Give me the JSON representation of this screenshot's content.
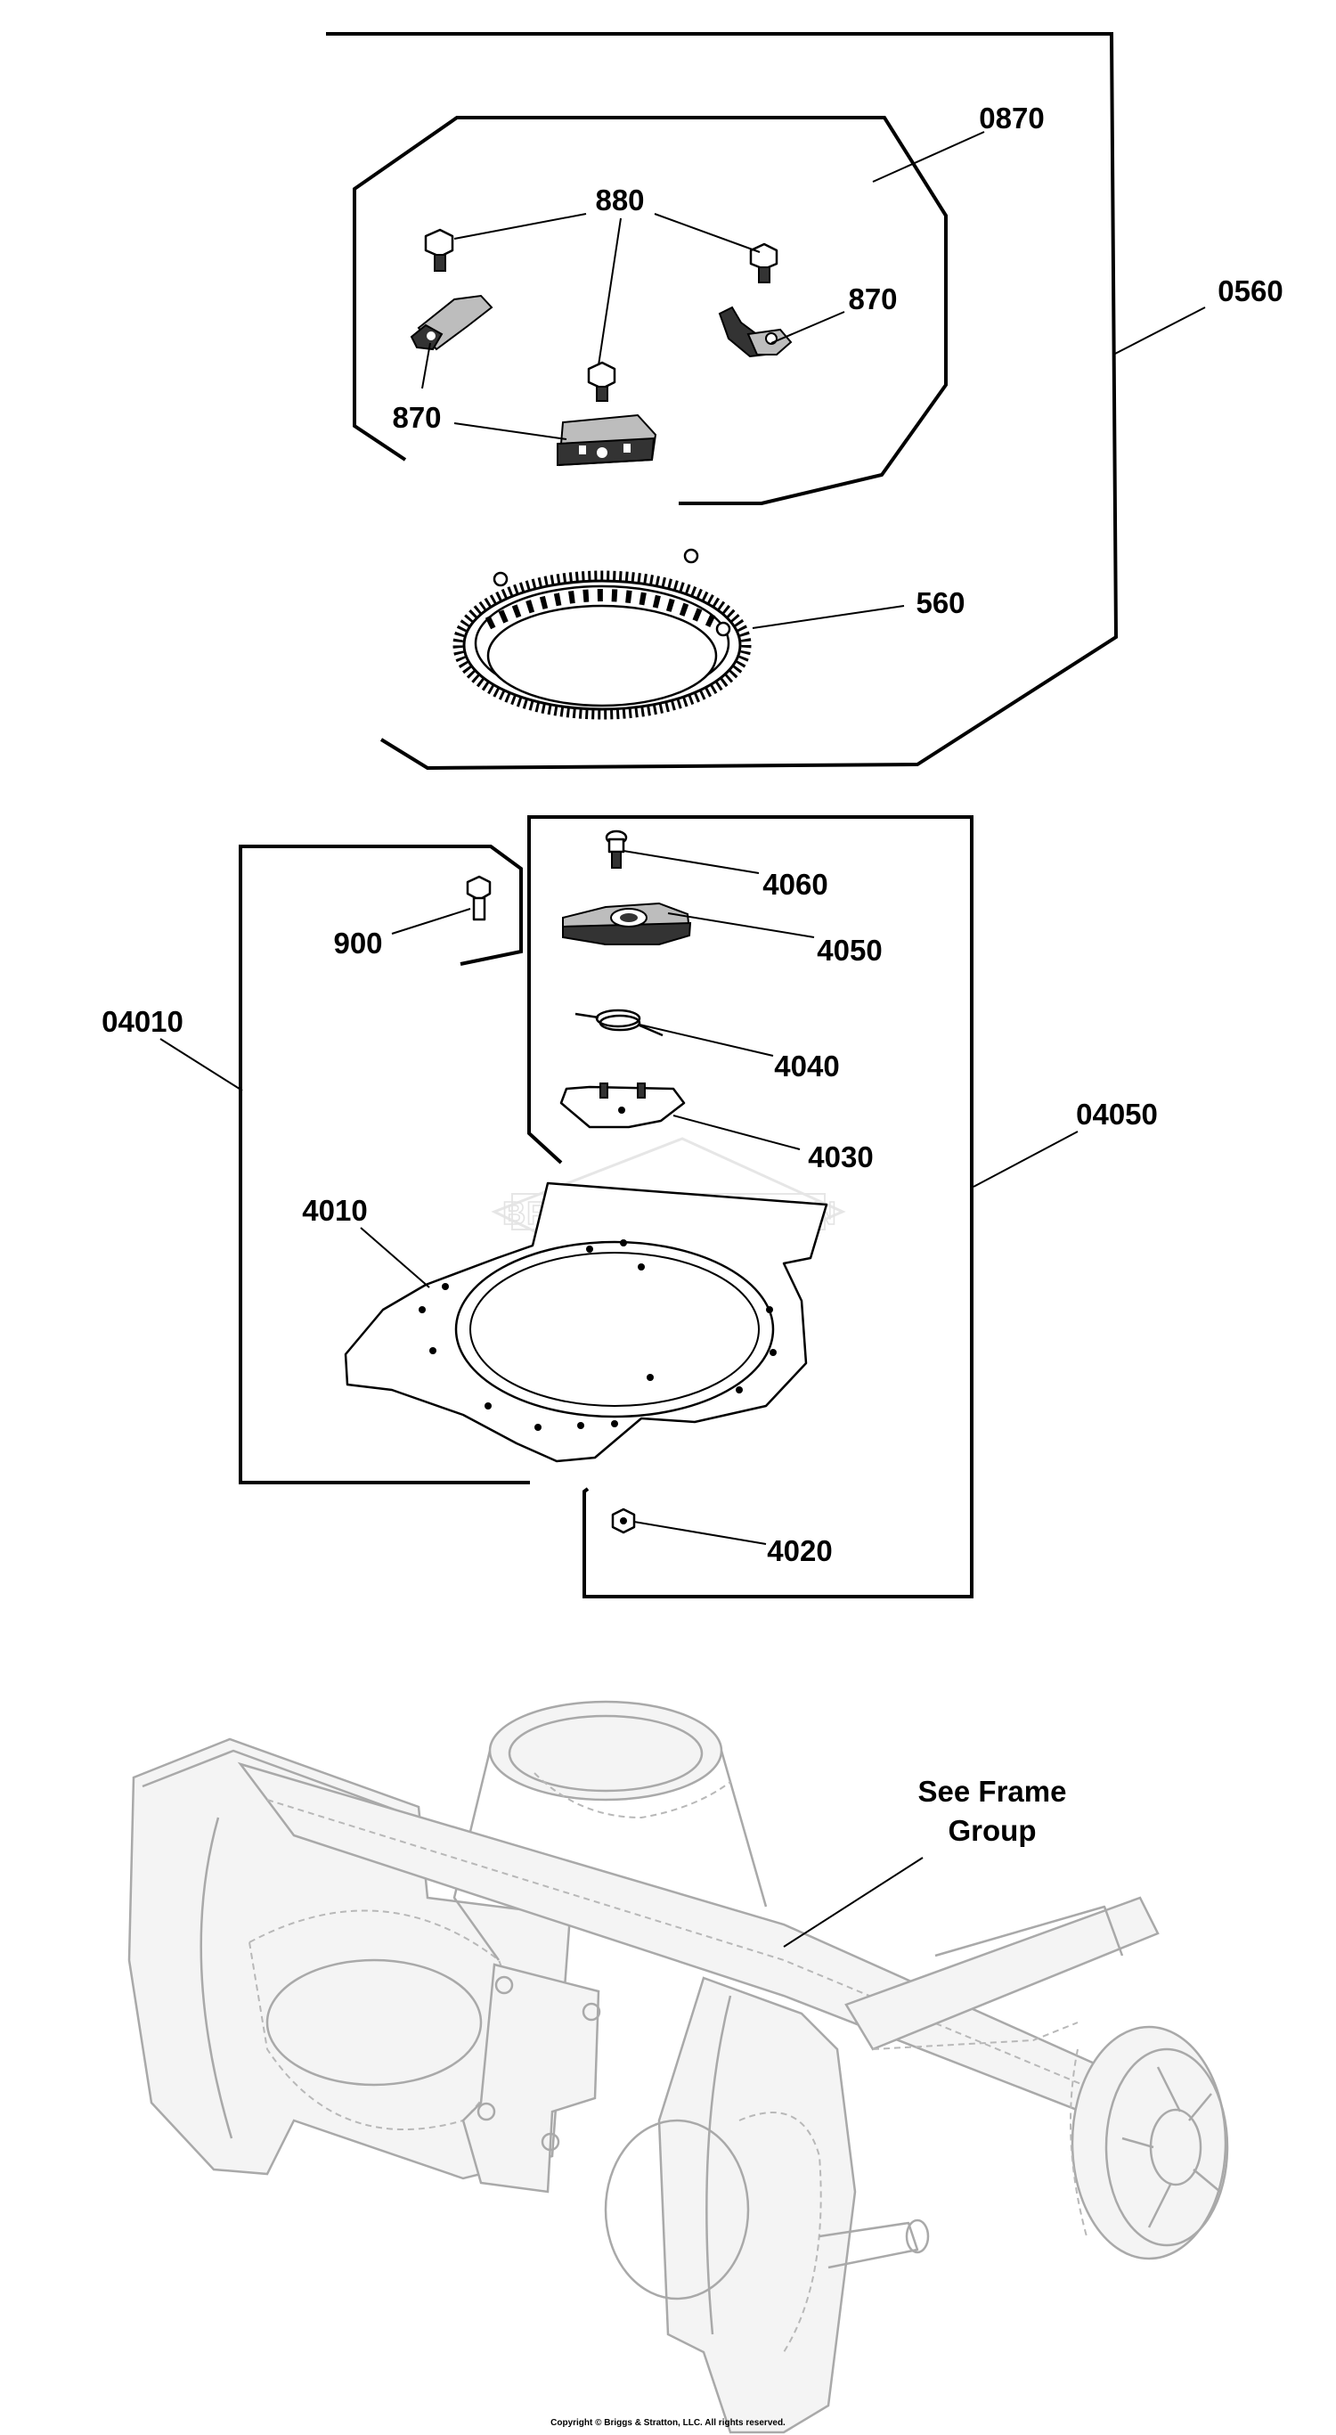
{
  "callouts": {
    "c0870": "0870",
    "c880": "880",
    "c870_right": "870",
    "c870_left": "870",
    "c0560": "0560",
    "c560": "560",
    "c4060": "4060",
    "c900": "900",
    "c4050": "4050",
    "c04010": "04010",
    "c4040": "4040",
    "c04050": "04050",
    "c4030": "4030",
    "c4010": "4010",
    "c4020": "4020"
  },
  "reference_note": {
    "line1": "See Frame",
    "line2": "Group"
  },
  "watermark": {
    "text": "BRIGGS&STRATTON"
  },
  "footer": {
    "copyright": "Copyright © Briggs & Stratton, LLC. All rights reserved."
  }
}
